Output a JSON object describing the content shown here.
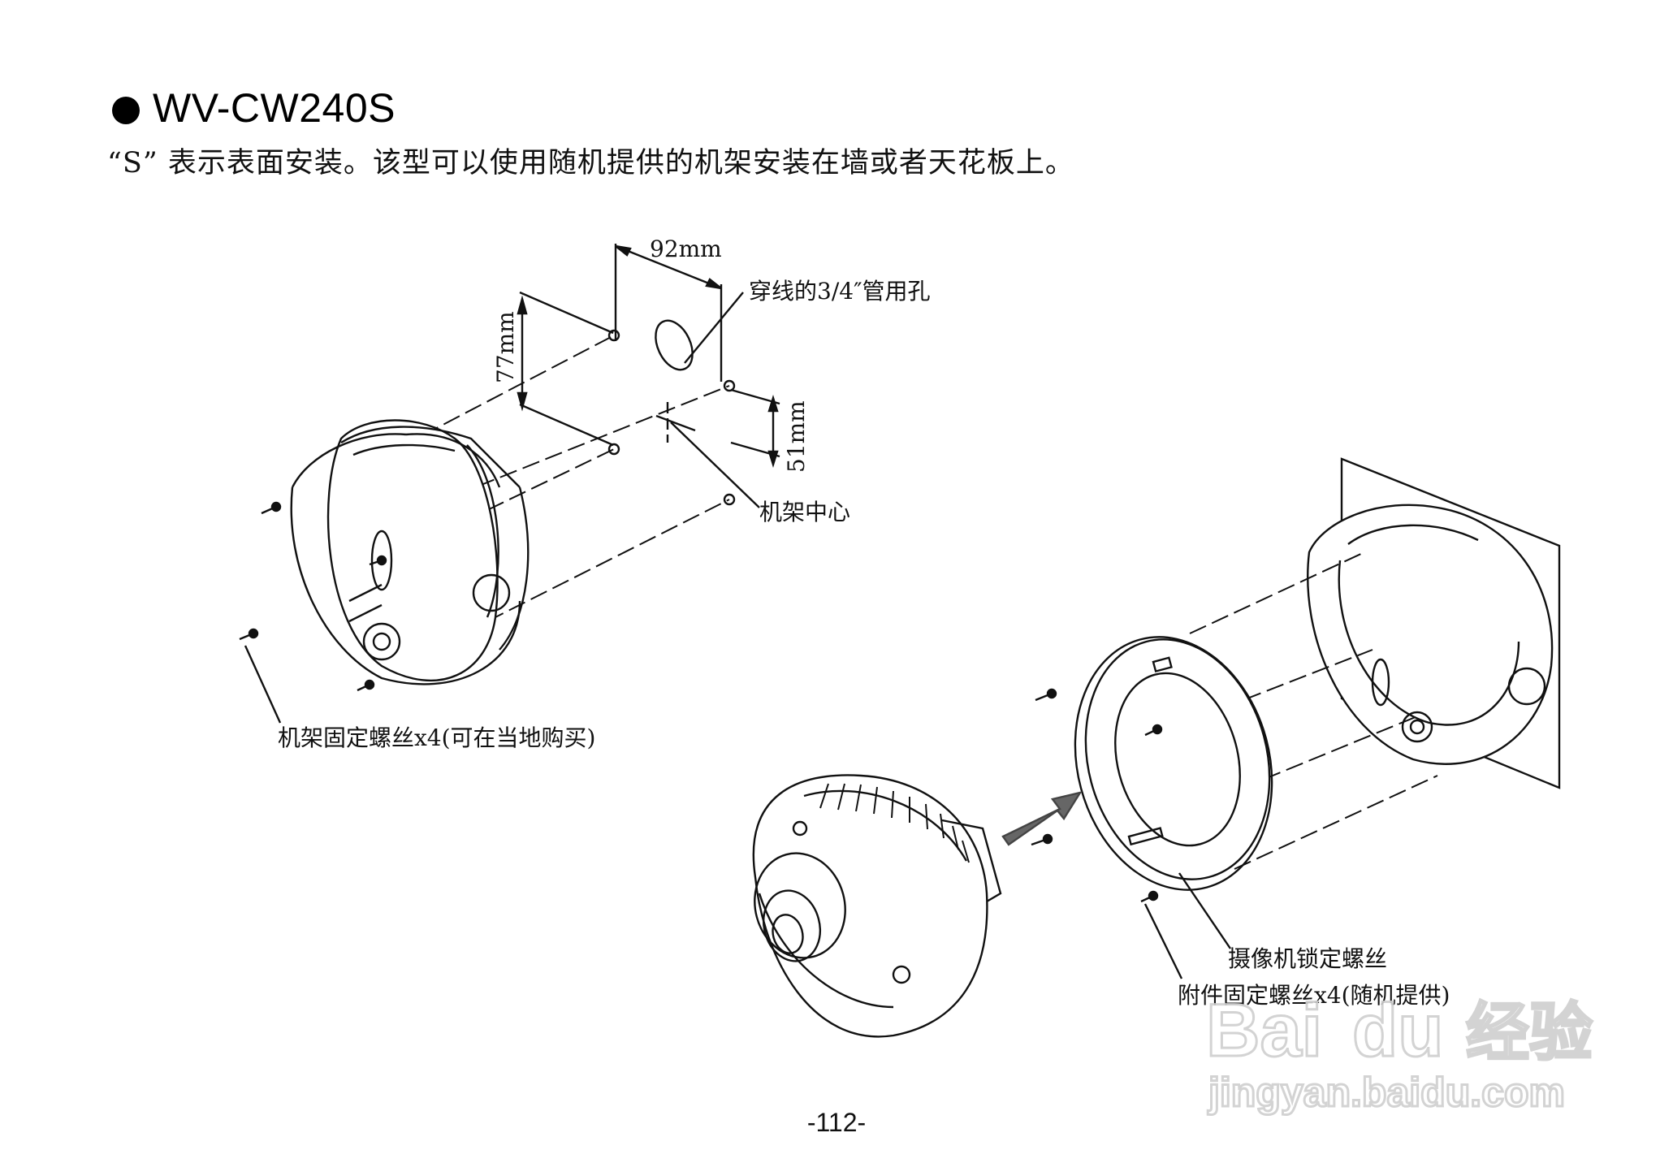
{
  "heading": {
    "model": "WV-CW240S"
  },
  "description": "“S” 表示表面安装。该型可以使用随机提供的机架安装在墙或者天花板上。",
  "diagram": {
    "dim_width": "92mm",
    "dim_height": "77mm",
    "dim_offset": "51mm",
    "conduit_hole": "穿线的3/4″管用孔",
    "bracket_center": "机架中心",
    "bracket_screws": "机架固定螺丝x4(可在当地购买)",
    "camera_lock_screw": "摄像机锁定螺丝",
    "attachment_screws": "附件固定螺丝x4(随机提供)"
  },
  "watermark": {
    "brand": "Bai",
    "brand2": "du",
    "cn": "经验",
    "url": "jingyan.baidu.com"
  },
  "page_number": "-112-"
}
